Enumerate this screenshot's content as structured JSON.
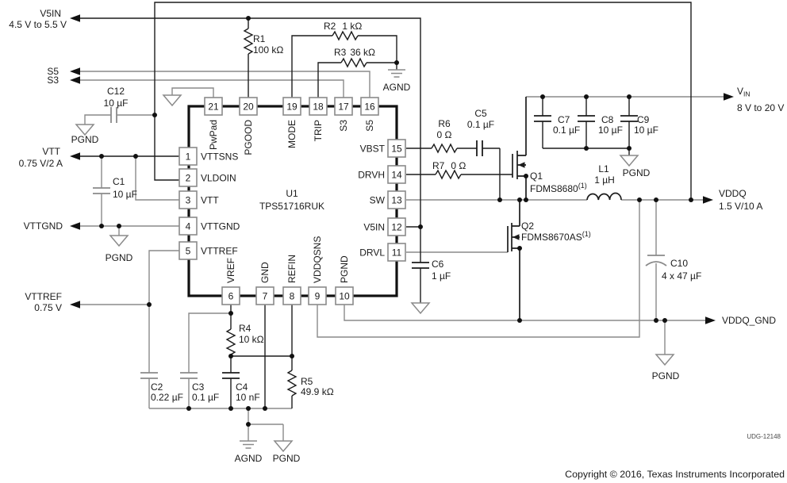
{
  "ports": {
    "v5in": {
      "label": "V5IN",
      "range": "4.5 V to 5.5 V"
    },
    "s5": {
      "label": "S5"
    },
    "s3": {
      "label": "S3"
    },
    "vtt": {
      "label": "VTT",
      "range": "0.75 V/2 A"
    },
    "vttgnd": {
      "label": "VTTGND"
    },
    "vttref": {
      "label": "VTTREF",
      "range": "0.75 V"
    },
    "vin": {
      "label": "V",
      "sub": "IN",
      "range": "8 V to 20 V"
    },
    "vddq": {
      "label": "VDDQ",
      "range": "1.5 V/10 A"
    },
    "vddq_gnd": {
      "label": "VDDQ_GND"
    }
  },
  "ic": {
    "refdes": "U1",
    "part": "TPS51716RUK",
    "pins": [
      {
        "num": "1",
        "name": "VTTSNS"
      },
      {
        "num": "2",
        "name": "VLDOIN"
      },
      {
        "num": "3",
        "name": "VTT"
      },
      {
        "num": "4",
        "name": "VTTGND"
      },
      {
        "num": "5",
        "name": "VTTREF"
      },
      {
        "num": "6",
        "name": "VREF"
      },
      {
        "num": "7",
        "name": "GND"
      },
      {
        "num": "8",
        "name": "REFIN"
      },
      {
        "num": "9",
        "name": "VDDQSNS"
      },
      {
        "num": "10",
        "name": "PGND"
      },
      {
        "num": "11",
        "name": "DRVL"
      },
      {
        "num": "12",
        "name": "V5IN"
      },
      {
        "num": "13",
        "name": "SW"
      },
      {
        "num": "14",
        "name": "DRVH"
      },
      {
        "num": "15",
        "name": "VBST"
      },
      {
        "num": "16",
        "name": "S5"
      },
      {
        "num": "17",
        "name": "S3"
      },
      {
        "num": "18",
        "name": "TRIP"
      },
      {
        "num": "19",
        "name": "MODE"
      },
      {
        "num": "20",
        "name": "PGOOD"
      },
      {
        "num": "21",
        "name": "PwPad"
      }
    ]
  },
  "components": {
    "r1": {
      "ref": "R1",
      "value": "100 kΩ"
    },
    "r2": {
      "ref": "R2",
      "value": "1 kΩ"
    },
    "r3": {
      "ref": "R3",
      "value": "36 kΩ"
    },
    "r4": {
      "ref": "R4",
      "value": "10 kΩ"
    },
    "r5": {
      "ref": "R5",
      "value": "49.9 kΩ"
    },
    "r6": {
      "ref": "R6",
      "value": "0 Ω"
    },
    "r7": {
      "ref": "R7",
      "value": "0 Ω"
    },
    "c1": {
      "ref": "C1",
      "value": "10 µF"
    },
    "c2": {
      "ref": "C2",
      "value": "0.22 µF"
    },
    "c3": {
      "ref": "C3",
      "value": "0.1 µF"
    },
    "c4": {
      "ref": "C4",
      "value": "10 nF"
    },
    "c5": {
      "ref": "C5",
      "value": "0.1 µF"
    },
    "c6": {
      "ref": "C6",
      "value": "1 µF"
    },
    "c7": {
      "ref": "C7",
      "value": "0.1 µF"
    },
    "c8": {
      "ref": "C8",
      "value": "10 µF"
    },
    "c9": {
      "ref": "C9",
      "value": "10 µF"
    },
    "c10": {
      "ref": "C10",
      "value": "4 x 47 µF"
    },
    "c12": {
      "ref": "C12",
      "value": "10 µF"
    },
    "l1": {
      "ref": "L1",
      "value": "1 µH"
    },
    "q1": {
      "ref": "Q1",
      "part": "FDMS8680",
      "note": "(1)"
    },
    "q2": {
      "ref": "Q2",
      "part": "FDMS8670AS",
      "note": "(1)"
    }
  },
  "grounds": {
    "agnd": "AGND",
    "pgnd": "PGND"
  },
  "footer": {
    "drawing_number": "UDG-12148",
    "copyright": "Copyright © 2016, Texas Instruments Incorporated"
  }
}
